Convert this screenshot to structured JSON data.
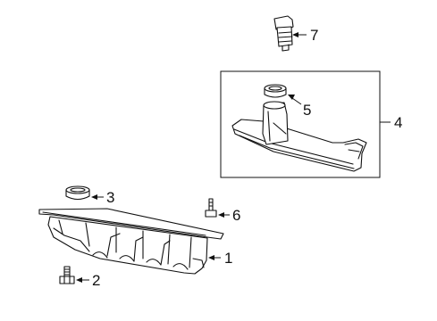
{
  "callouts": [
    {
      "id": "1",
      "label": "1"
    },
    {
      "id": "2",
      "label": "2"
    },
    {
      "id": "3",
      "label": "3"
    },
    {
      "id": "4",
      "label": "4"
    },
    {
      "id": "5",
      "label": "5"
    },
    {
      "id": "6",
      "label": "6"
    },
    {
      "id": "7",
      "label": "7"
    }
  ],
  "parts": [
    {
      "callout": "1",
      "icon": "oil-pan-icon"
    },
    {
      "callout": "2",
      "icon": "drain-bolt-icon"
    },
    {
      "callout": "3",
      "icon": "gasket-ring-icon"
    },
    {
      "callout": "4",
      "icon": "filter-assembly-box"
    },
    {
      "callout": "5",
      "icon": "filter-seal-icon"
    },
    {
      "callout": "6",
      "icon": "pan-bolt-icon"
    },
    {
      "callout": "7",
      "icon": "filler-plug-icon"
    }
  ],
  "colors": {
    "line": "#111111",
    "background": "#ffffff"
  }
}
